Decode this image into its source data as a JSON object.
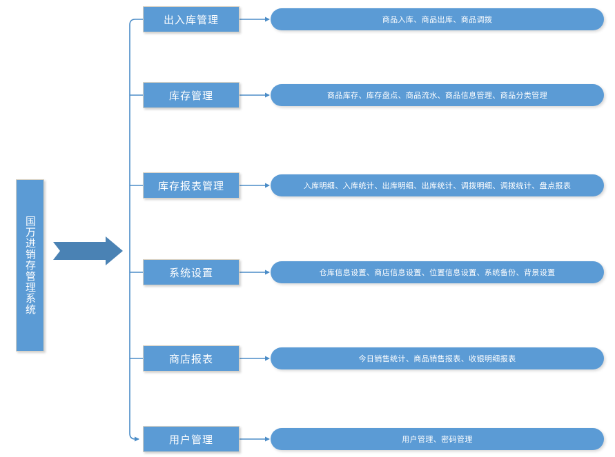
{
  "diagram": {
    "title": "国万进销存管理系统",
    "colors": {
      "node_fill": "#5B9BD5",
      "node_border": "#D9D2C4",
      "pill_fill": "#5B9BD5",
      "connector": "#4A8CC7",
      "arrow_fill": "#4A82B4",
      "text": "#FFFFFF",
      "background": "#FFFFFF"
    },
    "root_arrow_label": "",
    "modules": [
      {
        "name": "出入库管理",
        "features": "商品入库、商品出库、商品调拨",
        "feature_list": [
          "商品入库",
          "商品出库",
          "商品调拨"
        ]
      },
      {
        "name": "库存管理",
        "features": "商品库存、库存盘点、商品流水、商品信息管理、商品分类管理",
        "feature_list": [
          "商品库存",
          "库存盘点",
          "商品流水",
          "商品信息管理",
          "商品分类管理"
        ]
      },
      {
        "name": "库存报表管理",
        "features": "入库明细、入库统计、出库明细、出库统计、调拨明细、调拨统计、盘点报表",
        "feature_list": [
          "入库明细",
          "入库统计",
          "出库明细",
          "出库统计",
          "调拨明细",
          "调拨统计",
          "盘点报表"
        ]
      },
      {
        "name": "系统设置",
        "features": "仓库信息设置、商店信息设置、位置信息设置、系统备份、背景设置",
        "feature_list": [
          "仓库信息设置",
          "商店信息设置",
          "位置信息设置",
          "系统备份",
          "背景设置"
        ]
      },
      {
        "name": "商店报表",
        "features": "今日销售统计、商品销售报表、收银明细报表",
        "feature_list": [
          "今日销售统计",
          "商品销售报表",
          "收银明细报表"
        ]
      },
      {
        "name": "用户管理",
        "features": "用户管理、密码管理",
        "feature_list": [
          "用户管理",
          "密码管理"
        ]
      }
    ]
  }
}
